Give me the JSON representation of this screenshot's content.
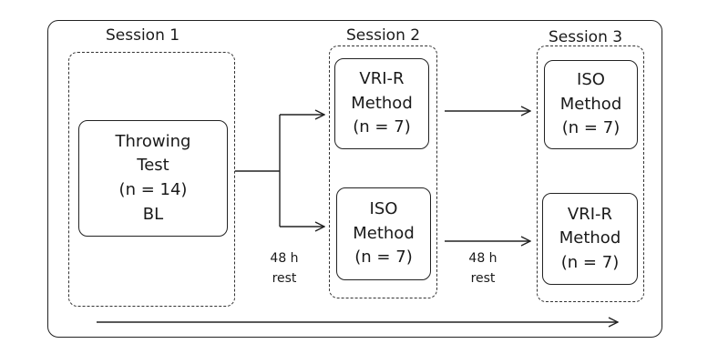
{
  "sessions": [
    {
      "label": "Session 1"
    },
    {
      "label": "Session 2"
    },
    {
      "label": "Session 3"
    }
  ],
  "baseline": {
    "lines": [
      "Throwing",
      "Test",
      "(n = 14)",
      "BL"
    ]
  },
  "session2_nodes": [
    {
      "lines": [
        "VRI-R",
        "Method",
        "(n = 7)"
      ]
    },
    {
      "lines": [
        "ISO",
        "Method",
        "(n = 7)"
      ]
    }
  ],
  "session3_nodes": [
    {
      "lines": [
        "ISO",
        "Method",
        "(n = 7)"
      ]
    },
    {
      "lines": [
        "VRI-R",
        "Method",
        "(n = 7)"
      ]
    }
  ],
  "rests": [
    {
      "lines": [
        "48 h",
        "rest"
      ]
    },
    {
      "lines": [
        "48 h",
        "rest"
      ]
    }
  ]
}
